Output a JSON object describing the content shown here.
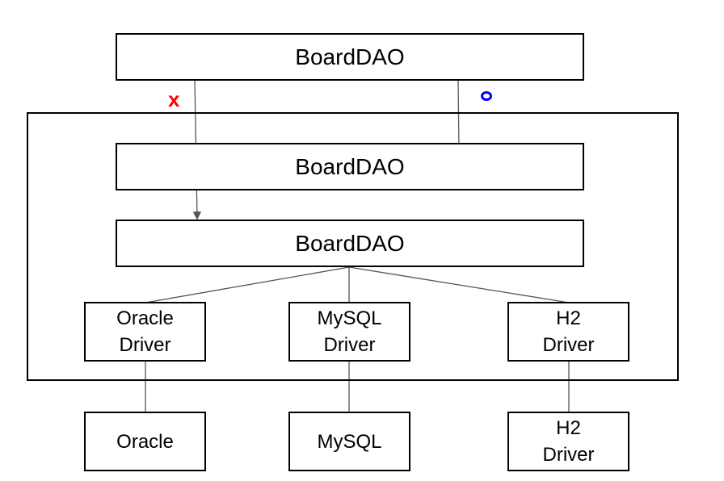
{
  "top_box": {
    "label": "BoardDAO"
  },
  "inner_box_upper": {
    "label": "BoardDAO"
  },
  "inner_box_lower": {
    "label": "BoardDAO"
  },
  "drivers": [
    {
      "line1": "Oracle",
      "line2": "Driver"
    },
    {
      "line1": "MySQL",
      "line2": "Driver"
    },
    {
      "line1": "H2",
      "line2": "Driver"
    }
  ],
  "databases": [
    {
      "line1": "Oracle"
    },
    {
      "line1": "MySQL"
    },
    {
      "line1": "H2",
      "line2": "Driver"
    }
  ],
  "marks": {
    "wrong": "x",
    "right": "o"
  },
  "colors": {
    "wrong_mark": "#ff0000",
    "right_mark": "#0000ff",
    "line": "#555555",
    "border": "#000000"
  }
}
